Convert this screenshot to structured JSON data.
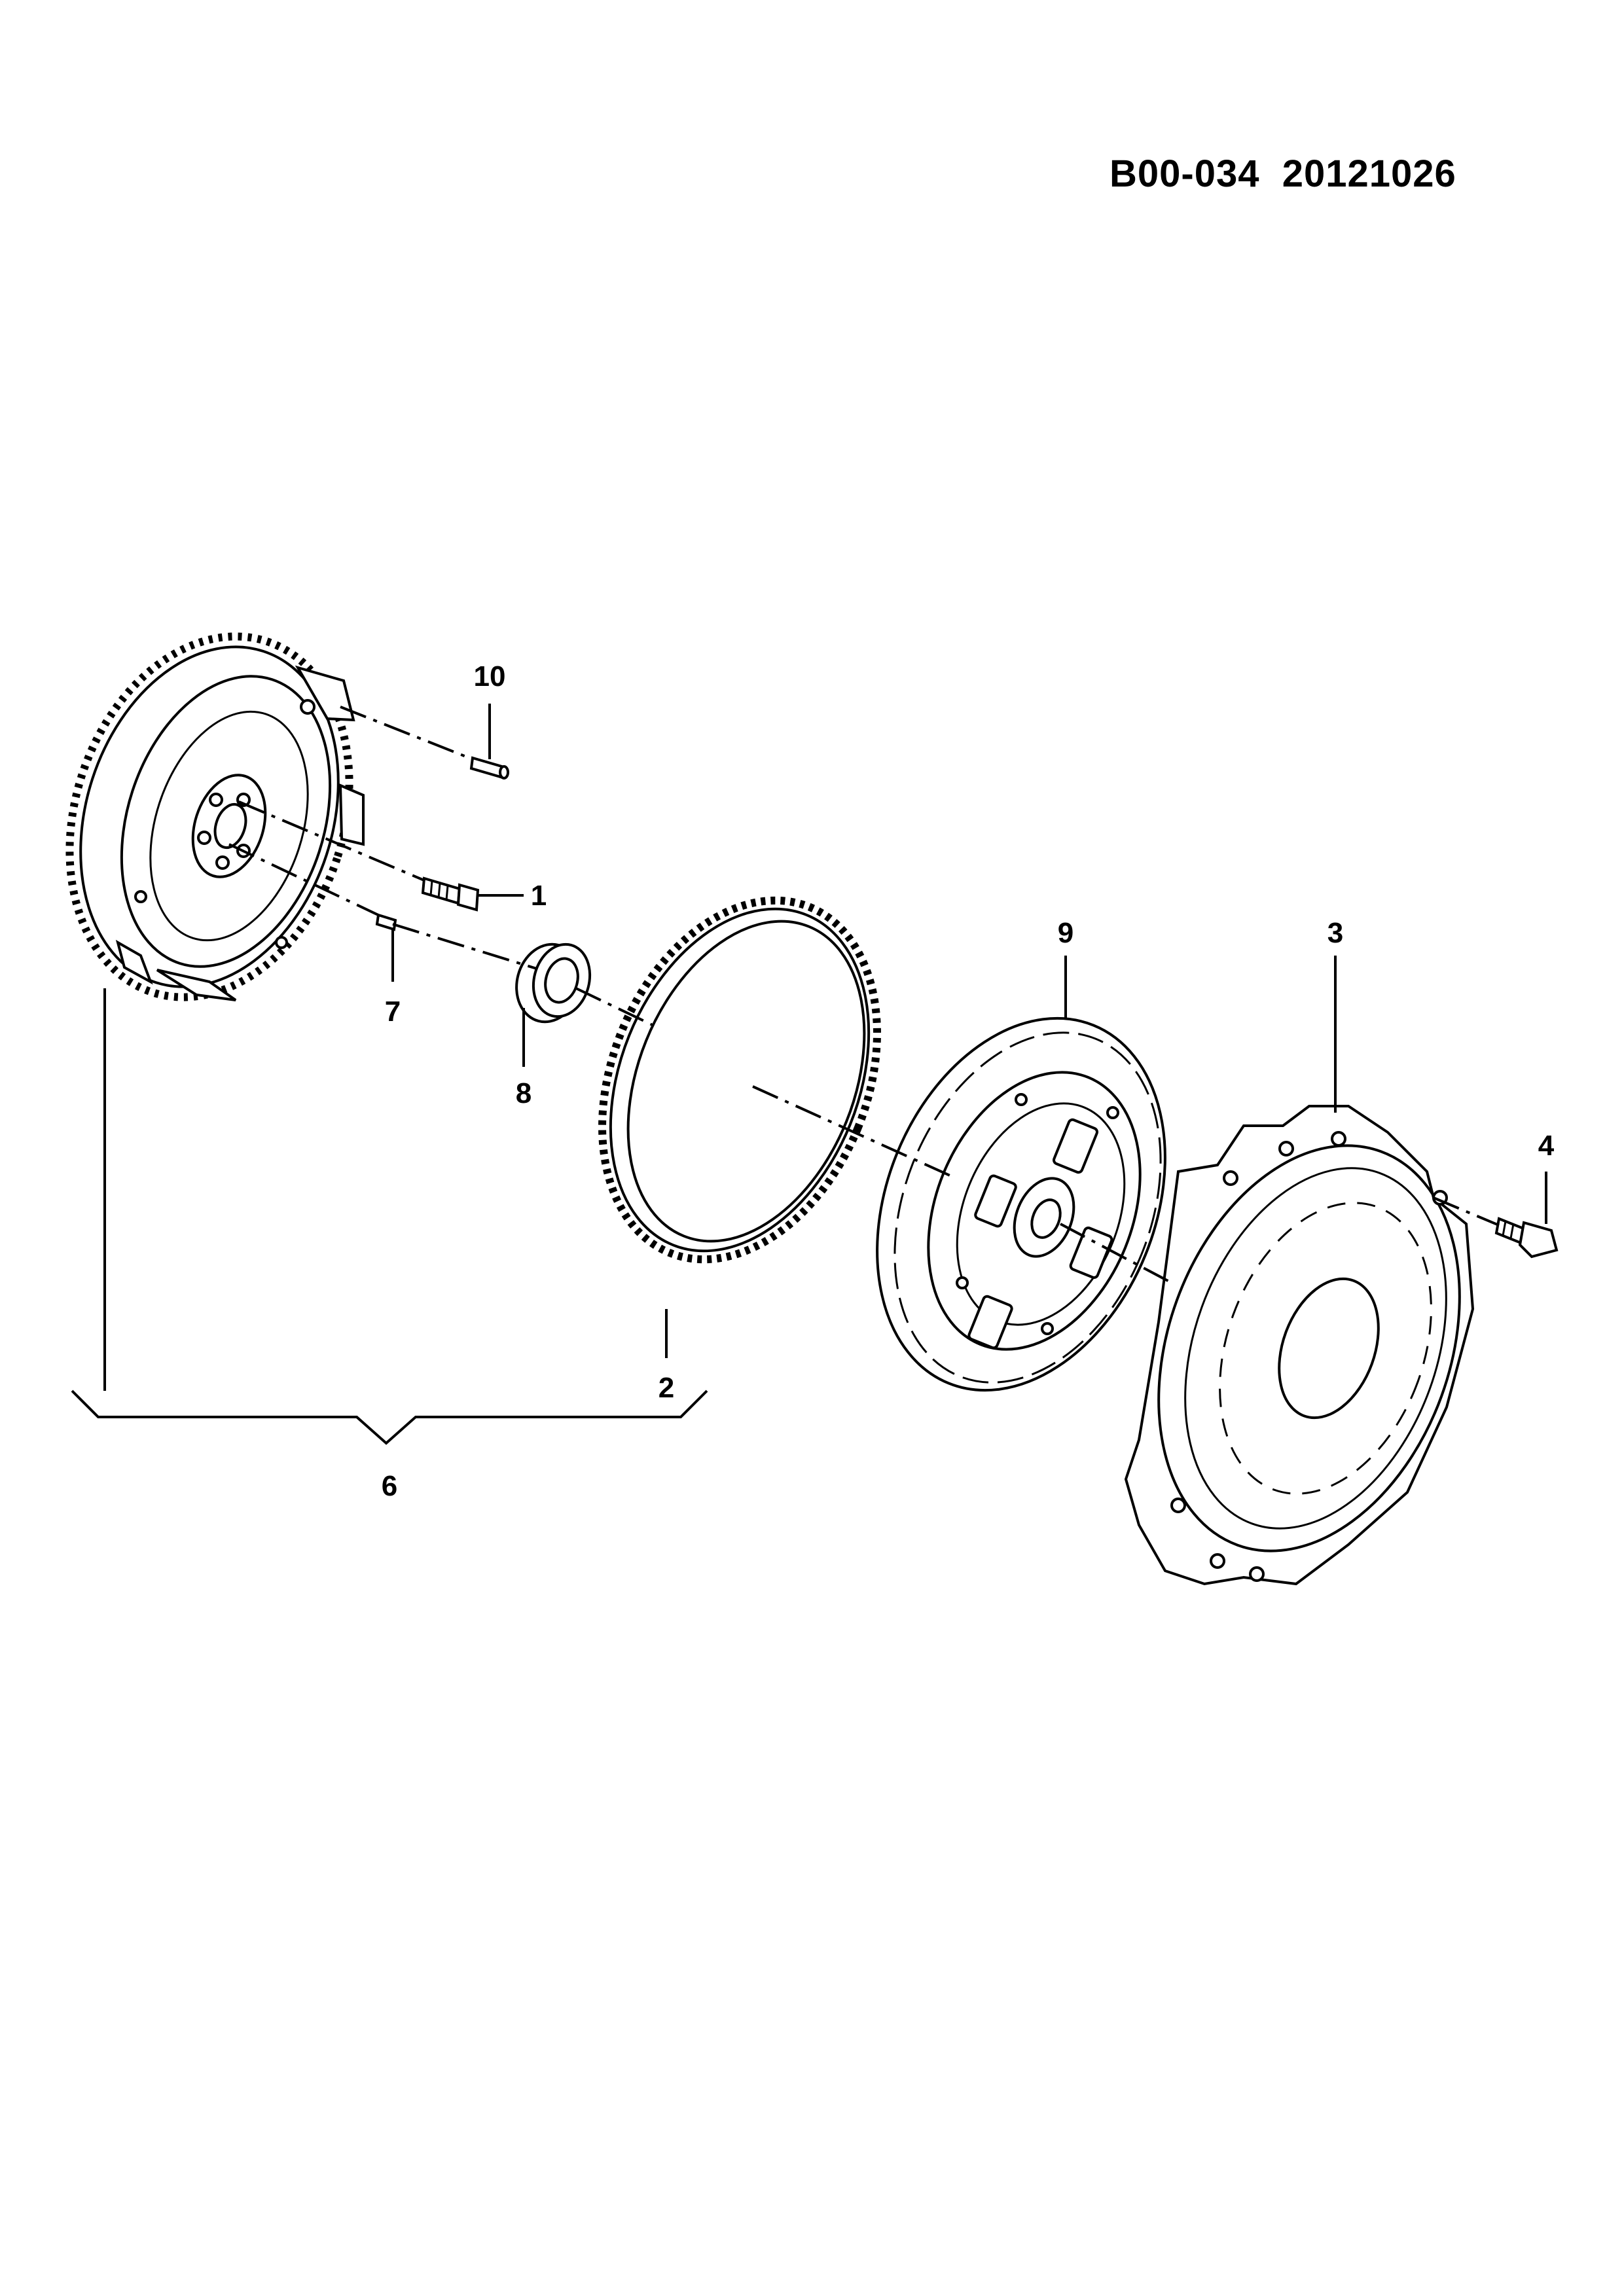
{
  "header": {
    "doc_ref": "B00-034  20121026"
  },
  "callouts": {
    "c1": "1",
    "c2": "2",
    "c3": "3",
    "c4": "4",
    "c6": "6",
    "c7": "7",
    "c8": "8",
    "c9": "9",
    "c10": "10"
  },
  "parts": [
    "flywheel-assembly",
    "flywheel-bolt",
    "ring-gear",
    "clutch-pressure-plate",
    "pressure-plate-bolt",
    "dowel-pin",
    "pilot-bearing",
    "clutch-disc",
    "locating-pin"
  ]
}
